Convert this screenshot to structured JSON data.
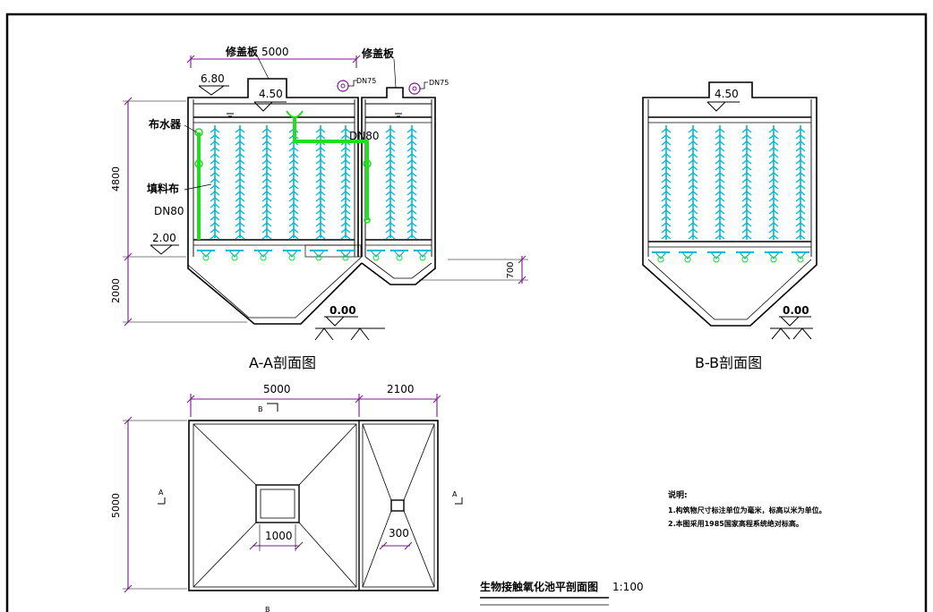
{
  "section_aa": {
    "title": "A-A剖面图",
    "cover_label_1": "修盖板",
    "cover_label_2": "修盖板",
    "top_width": "5000",
    "elev_cover": "6.80",
    "elev_top_1": "4.50",
    "elev_water_in": "2.00",
    "elev_ground": "0.00",
    "dn75_1": "DN75",
    "dn75_2": "DN75",
    "dn80_1": "DN80",
    "dn80_2": "DN80",
    "label_distributor": "布水器",
    "label_filler": "填料布",
    "height_upper": "4800",
    "height_lower": "2000",
    "height_small": "700"
  },
  "section_bb": {
    "title": "B-B剖面图",
    "elev_top": "4.50",
    "elev_ground": "0.00"
  },
  "plan": {
    "width_left": "5000",
    "width_right": "2100",
    "height": "5000",
    "inner_left": "1000",
    "inner_right": "300",
    "cut_b_top": "B",
    "cut_b_bottom": "B",
    "cut_a_left": "A",
    "cut_a_right": "A",
    "title": "生物接触氧化池平剖面图",
    "scale": "1:100"
  },
  "notes": {
    "heading": "说明:",
    "line1": "1.构筑物尺寸标注单位为毫米，标高以米为单位。",
    "line2": "2.本图采用1985国家高程系统绝对标高。"
  },
  "colors": {
    "dimension": "#7a1a8c",
    "pipe": "#22dd22",
    "filler": "#00b8d8",
    "line": "#000000"
  }
}
